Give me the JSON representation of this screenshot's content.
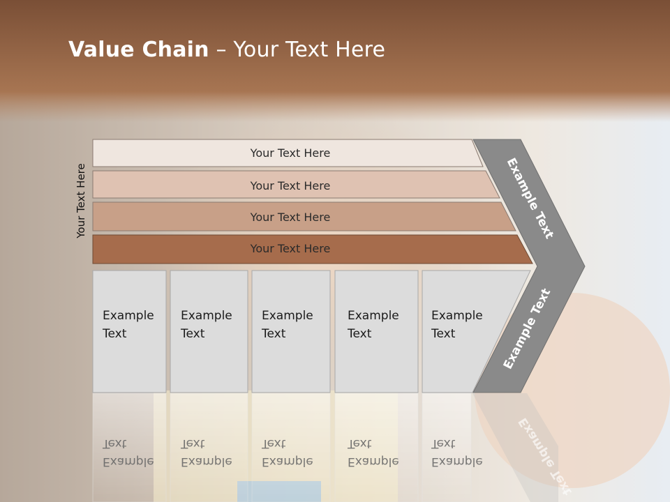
{
  "slide": {
    "title_bold": "Value Chain",
    "title_rest": " – Your Text Here",
    "side_label": "Your Text Here"
  },
  "rows": [
    {
      "label": "Your Text Here",
      "color": "#efe6df"
    },
    {
      "label": "Your Text Here",
      "color": "#dfc2b2"
    },
    {
      "label": "Your Text Here",
      "color": "#c8a088"
    },
    {
      "label": "Your Text Here",
      "color": "#a66c4c"
    }
  ],
  "boxes": [
    {
      "line1": "Example",
      "line2": "Text"
    },
    {
      "line1": "Example",
      "line2": "Text"
    },
    {
      "line1": "Example",
      "line2": "Text"
    },
    {
      "line1": "Example",
      "line2": "Text"
    },
    {
      "line1": "Example",
      "line2": "Text"
    }
  ],
  "chevron": {
    "upper_text": "Example Text",
    "lower_text": "Example Text",
    "color": "#8a8a8a"
  },
  "colors": {
    "header_band": "#8c5a3c",
    "box_fill": "#dcdcdc"
  }
}
